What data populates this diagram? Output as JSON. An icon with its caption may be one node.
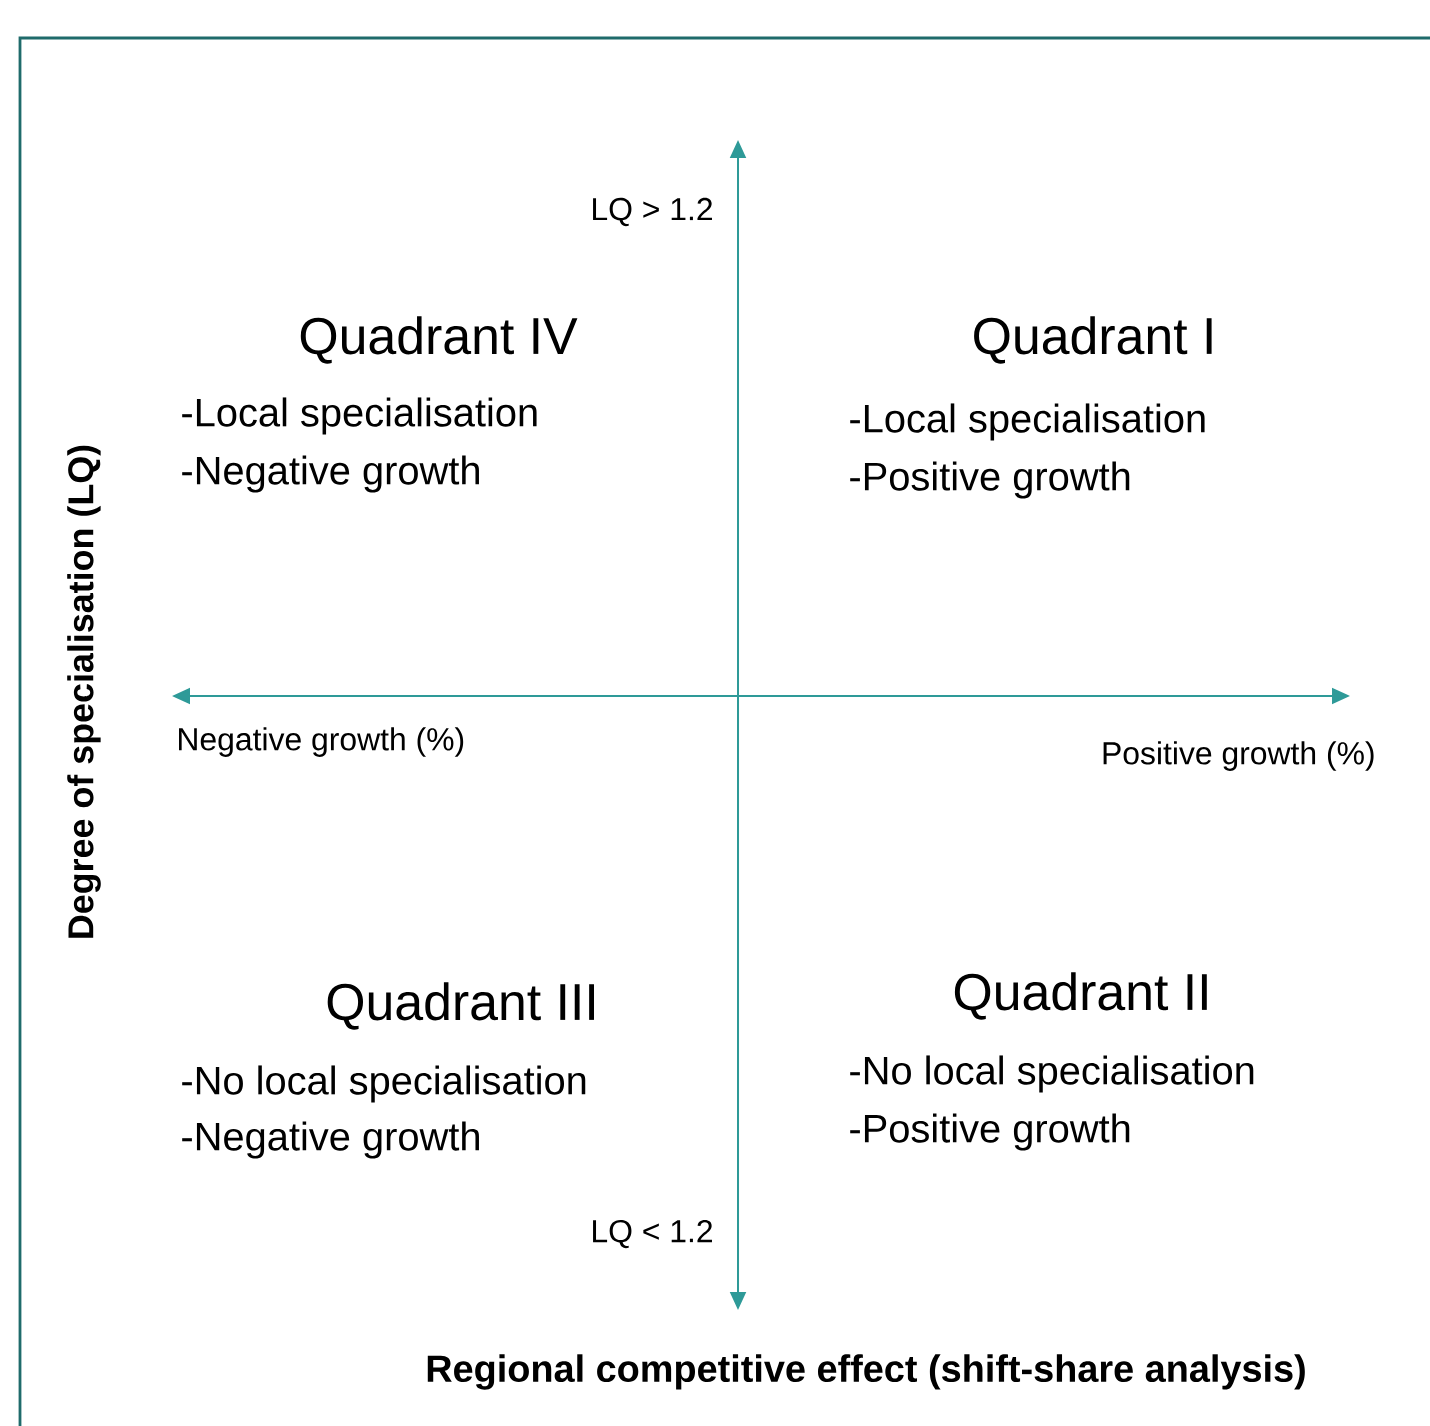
{
  "diagram": {
    "labels": [
      "LQ > 1.2",
      "Quadrant IV",
      "-Local specialisation",
      "-Negative growth",
      "Quadrant I",
      "-Local specialisation",
      "-Positive growth",
      "Degree of specialisation (LQ)",
      "Negative growth (%)",
      "Positive growth (%)",
      "Quadrant III",
      "-No local specialisation",
      "-Negative growth",
      "Quadrant II",
      "-No local specialisation",
      "-Positive growth",
      "LQ < 1.2",
      "Regional competitive effect (shift-share analysis)"
    ]
  }
}
